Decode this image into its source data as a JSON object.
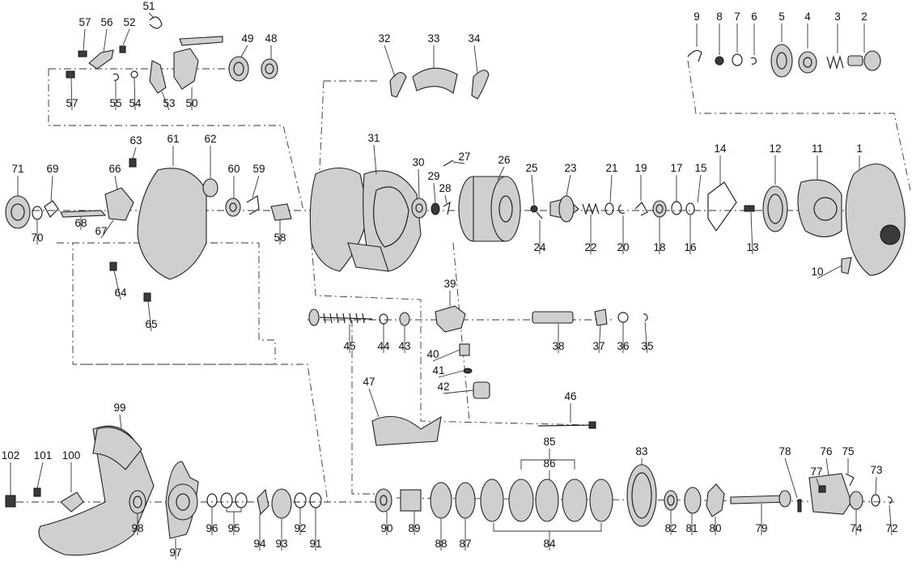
{
  "part_numbers": [
    "1",
    "2",
    "3",
    "4",
    "5",
    "6",
    "7",
    "8",
    "9",
    "10",
    "11",
    "12",
    "13",
    "14",
    "15",
    "16",
    "17",
    "18",
    "19",
    "20",
    "21",
    "22",
    "23",
    "24",
    "25",
    "26",
    "27",
    "28",
    "29",
    "30",
    "31",
    "32",
    "33",
    "34",
    "35",
    "36",
    "37",
    "38",
    "39",
    "40",
    "41",
    "42",
    "43",
    "44",
    "45",
    "46",
    "47",
    "48",
    "49",
    "50",
    "51",
    "52",
    "53",
    "54",
    "55",
    "56",
    "57",
    "58",
    "59",
    "60",
    "61",
    "62",
    "63",
    "64",
    "65",
    "66",
    "67",
    "68",
    "69",
    "70",
    "71",
    "72",
    "73",
    "74",
    "75",
    "76",
    "77",
    "78",
    "79",
    "80",
    "81",
    "82",
    "83",
    "84",
    "85",
    "86",
    "87",
    "88",
    "89",
    "90",
    "91",
    "92",
    "93",
    "94",
    "95",
    "96",
    "97",
    "98",
    "99",
    "100",
    "101",
    "102"
  ]
}
